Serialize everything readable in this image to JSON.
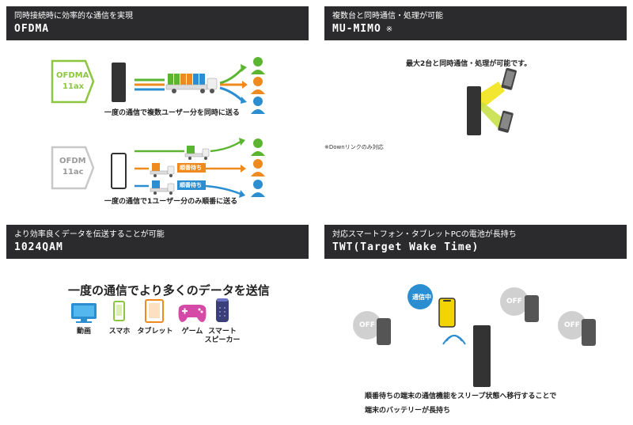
{
  "ofdma": {
    "subtitle": "同時接続時に効率的な通信を実現",
    "title": "OFDMA",
    "ax_label_1": "OFDMA",
    "ax_label_2": "11ax",
    "ax_caption": "一度の通信で複数ユーザー分を同時に送る",
    "ac_label_1": "OFDM",
    "ac_label_2": "11ac",
    "ac_caption": "一度の通信で1ユーザー分のみ順番に送る",
    "wait_tag": "順番待ち"
  },
  "mumimo": {
    "subtitle": "複数台と同時通信・処理が可能",
    "title": "MU-MIMO",
    "title_mark": "※",
    "headline": "最大2台と同時通信・処理が可能です。",
    "footnote": "※Downリンクのみ対応"
  },
  "qam": {
    "subtitle": "より効率良くデータを伝送することが可能",
    "title": "1024QAM",
    "headline": "一度の通信でより多くのデータを送信",
    "devices": [
      {
        "label": "動画",
        "icon": "tv-icon"
      },
      {
        "label": "スマホ",
        "icon": "smartphone-icon"
      },
      {
        "label": "タブレット",
        "icon": "tablet-icon"
      },
      {
        "label": "ゲーム",
        "icon": "gamepad-icon"
      },
      {
        "label": "スマート\nスピーカー",
        "icon": "smart-speaker-icon"
      }
    ]
  },
  "twt": {
    "subtitle": "対応スマートフォン・タブレットPCの電池が長持ち",
    "title": "TWT(Target Wake Time)",
    "active_badge": "通信中",
    "off_badge": "OFF",
    "caption_1": "順番待ちの端末の通信機能をスリープ状態へ移行することで",
    "caption_2": "端末のバッテリーが長持ち"
  },
  "colors": {
    "header_bg": "#2b2b2d",
    "green": "#5cb531",
    "orange": "#ef8a1f",
    "blue": "#2a8ed0",
    "yellow": "#f2d400",
    "gray": "#bfbfbf"
  }
}
